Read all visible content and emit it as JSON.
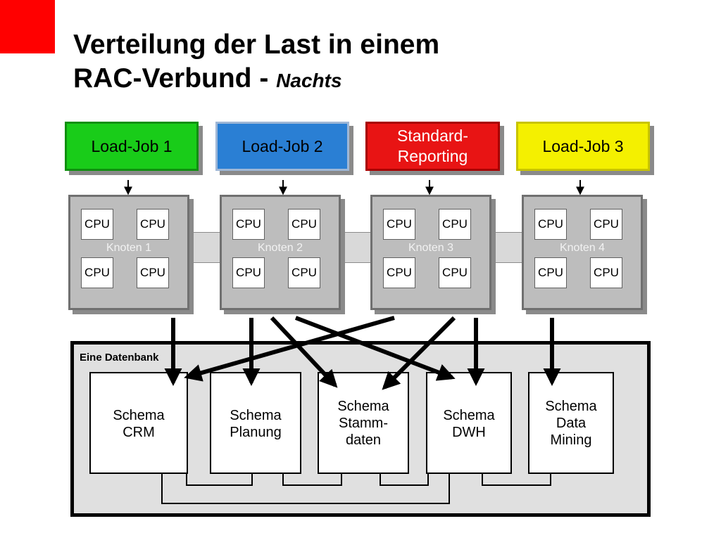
{
  "title": {
    "line1": "Verteilung der Last in einem",
    "line2": "RAC-Verbund - ",
    "emphasis": "Nachts"
  },
  "jobs": [
    {
      "label": "Load-Job 1"
    },
    {
      "label": "Load-Job 2"
    },
    {
      "label": "Standard-\nReporting"
    },
    {
      "label": "Load-Job 3"
    }
  ],
  "nodes": [
    {
      "label": "Knoten 1",
      "cpus": [
        "CPU",
        "CPU",
        "CPU",
        "CPU"
      ]
    },
    {
      "label": "Knoten 2",
      "cpus": [
        "CPU",
        "CPU",
        "CPU",
        "CPU"
      ]
    },
    {
      "label": "Knoten 3",
      "cpus": [
        "CPU",
        "CPU",
        "CPU",
        "CPU"
      ]
    },
    {
      "label": "Knoten 4",
      "cpus": [
        "CPU",
        "CPU",
        "CPU",
        "CPU"
      ]
    }
  ],
  "database": {
    "label": "Eine Datenbank",
    "schemas": [
      {
        "label": "Schema\nCRM"
      },
      {
        "label": "Schema\nPlanung"
      },
      {
        "label": "Schema\nStamm-\ndaten"
      },
      {
        "label": "Schema\nDWH"
      },
      {
        "label": "Schema\nData\nMining"
      }
    ]
  },
  "colors": {
    "accent": "#ff0000",
    "green": "#19cc19",
    "blue": "#2a7fd4",
    "red": "#e81414",
    "yellow": "#f4f000"
  }
}
